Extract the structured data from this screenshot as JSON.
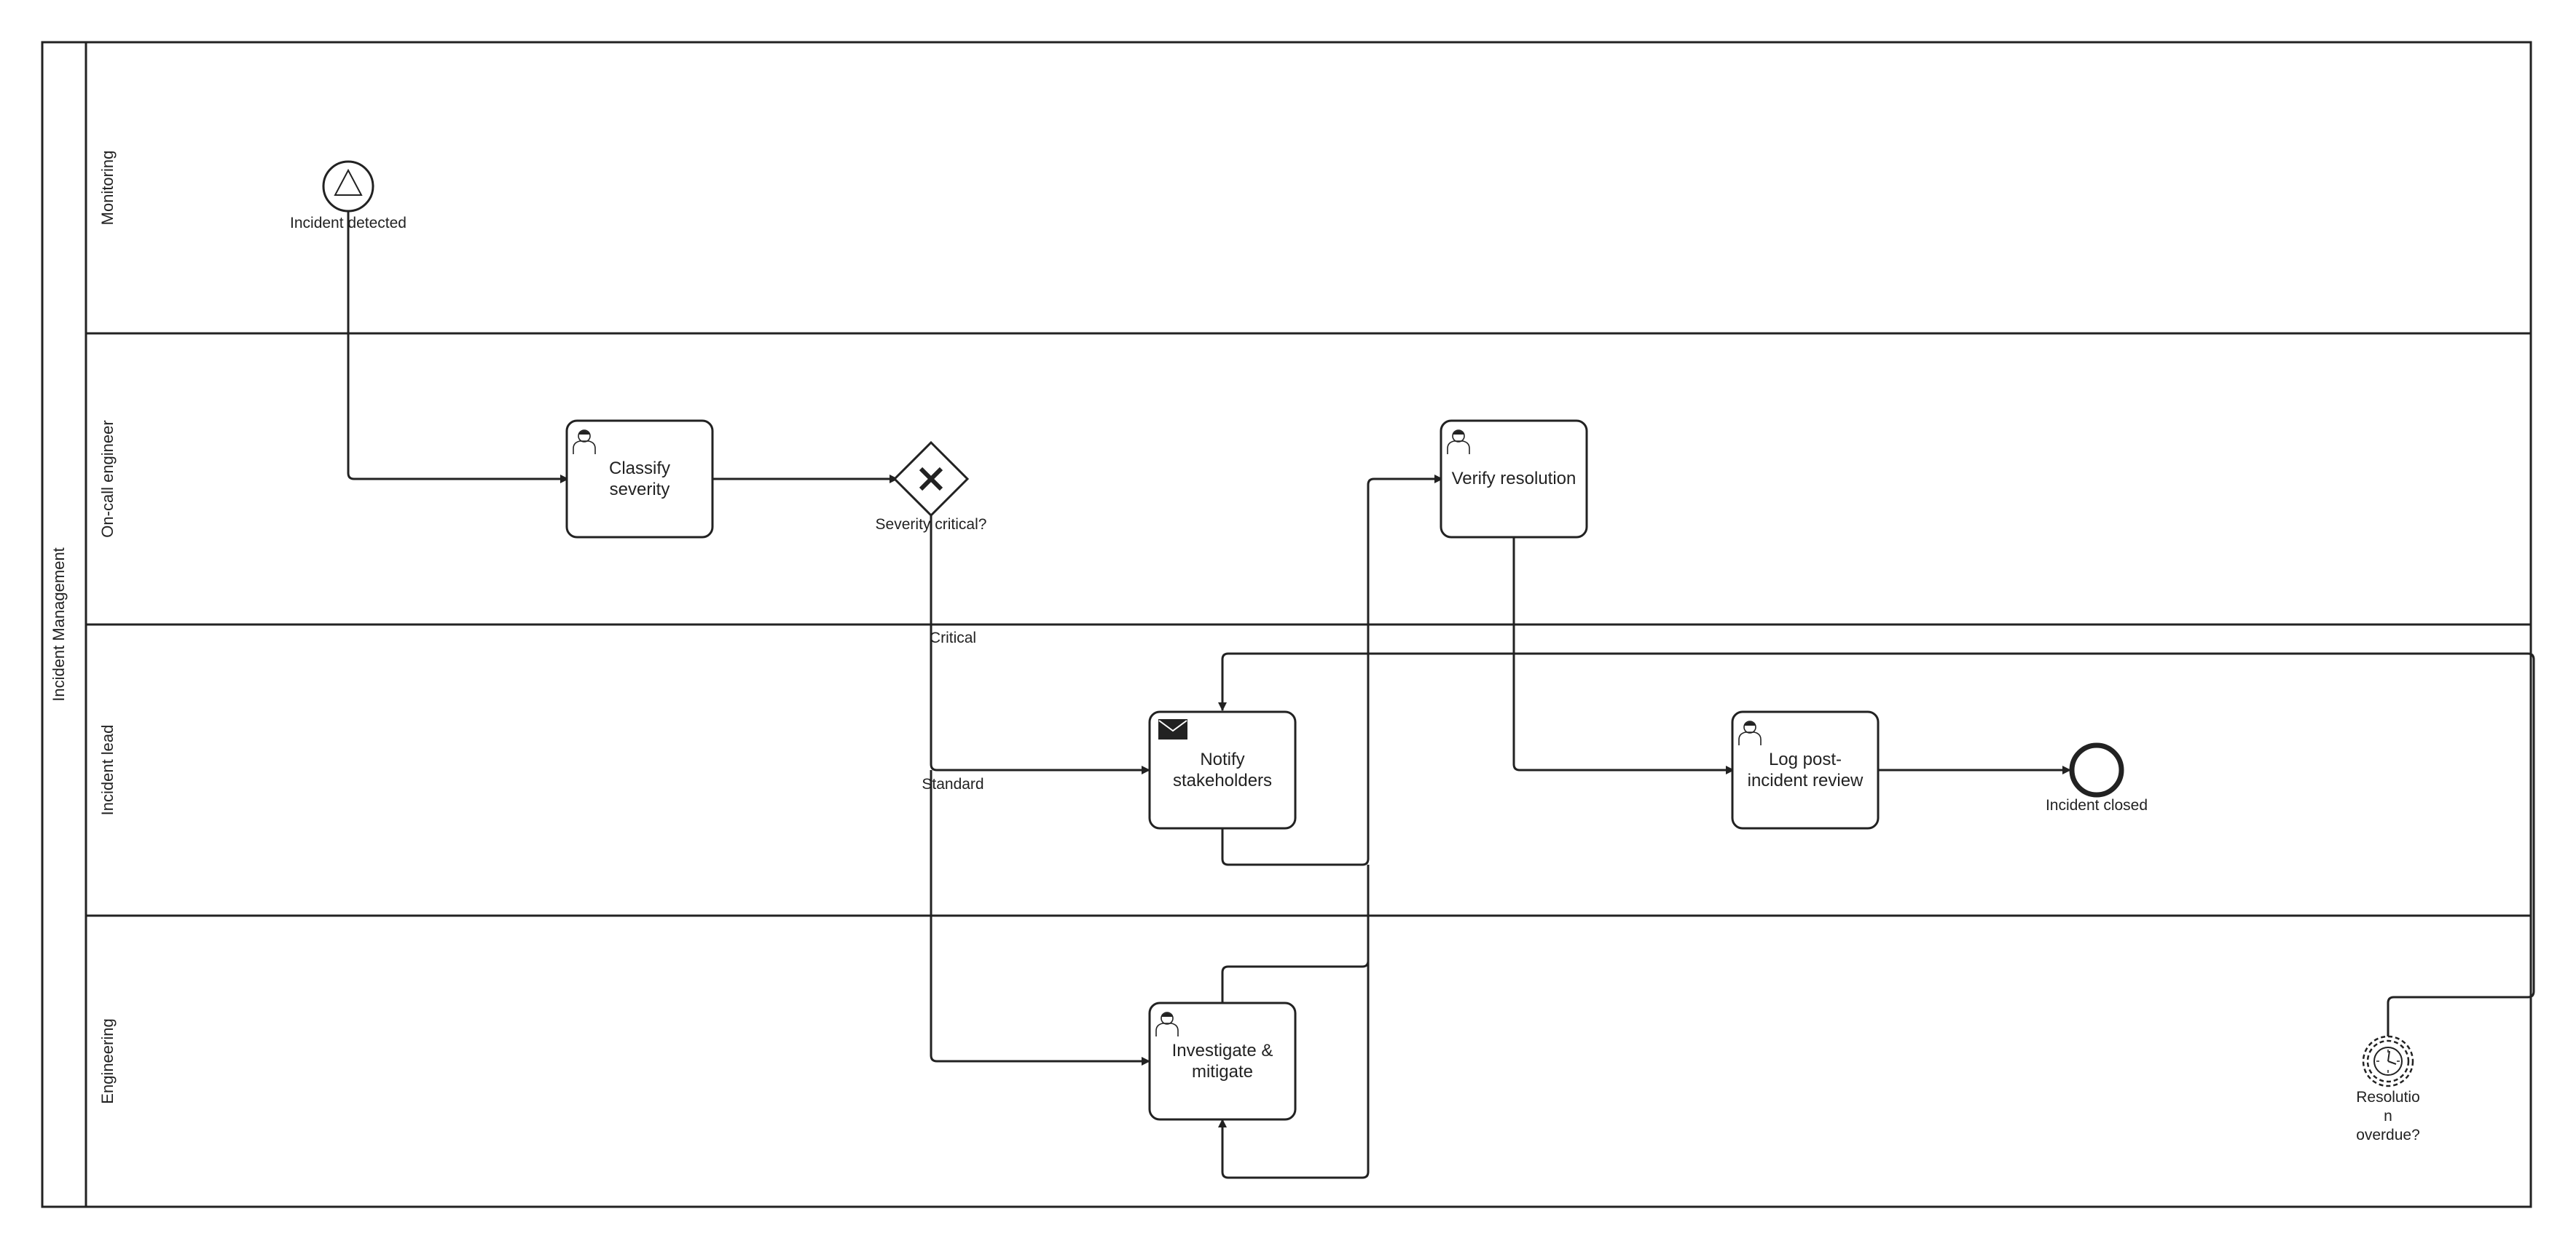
{
  "pool": {
    "label": "Incident Management"
  },
  "lanes": [
    {
      "id": "monitoring",
      "label": "Monitoring"
    },
    {
      "id": "oncall",
      "label": "On-call engineer"
    },
    {
      "id": "lead",
      "label": "Incident lead"
    },
    {
      "id": "engineering",
      "label": "Engineering"
    }
  ],
  "events": {
    "start": {
      "label": "Incident detected",
      "icon": "signal-triangle-icon"
    },
    "end": {
      "label": "Incident closed"
    },
    "timer": {
      "label_lines": [
        "Resolutio",
        "n",
        "overdue?"
      ],
      "icon": "timer-clock-icon"
    }
  },
  "tasks": {
    "classify": {
      "lines": [
        "Classify",
        "severity"
      ],
      "icon": "user-icon"
    },
    "verify": {
      "lines": [
        "Verify resolution"
      ],
      "icon": "user-icon"
    },
    "notify": {
      "lines": [
        "Notify",
        "stakeholders"
      ],
      "icon": "envelope-icon"
    },
    "log": {
      "lines": [
        "Log post-",
        "incident review"
      ],
      "icon": "user-icon"
    },
    "investigate": {
      "lines": [
        "Investigate &",
        "mitigate"
      ],
      "icon": "user-icon"
    }
  },
  "gateway": {
    "label": "Severity critical?",
    "marker": "X"
  },
  "flow_labels": {
    "critical": "Critical",
    "standard": "Standard"
  },
  "colors": {
    "stroke": "#222222",
    "background": "#ffffff"
  }
}
